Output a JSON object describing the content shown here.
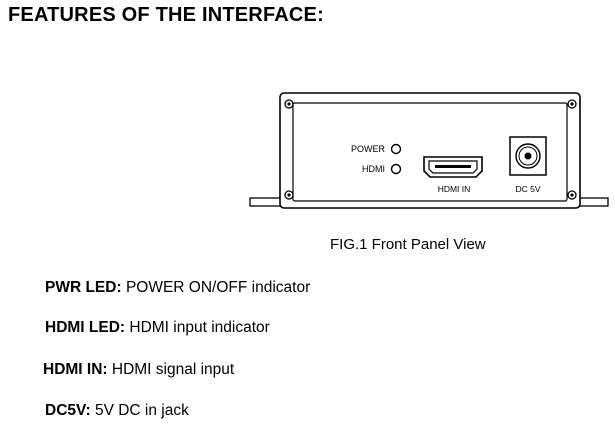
{
  "heading": "FEATURES OF THE INTERFACE:",
  "panel": {
    "power_led_label": "POWER",
    "hdmi_led_label": "HDMI",
    "hdmi_in_label": "HDMI IN",
    "dc_label": "DC 5V"
  },
  "caption": "FIG.1 Front Panel View",
  "features": [
    {
      "term": "PWR LED:",
      "desc": " POWER ON/OFF indicator"
    },
    {
      "term": "HDMI LED:",
      "desc": " HDMI input indicator"
    },
    {
      "term": "HDMI IN:",
      "desc": " HDMI signal input"
    },
    {
      "term": "DC5V:",
      "desc": " 5V DC in jack"
    }
  ]
}
